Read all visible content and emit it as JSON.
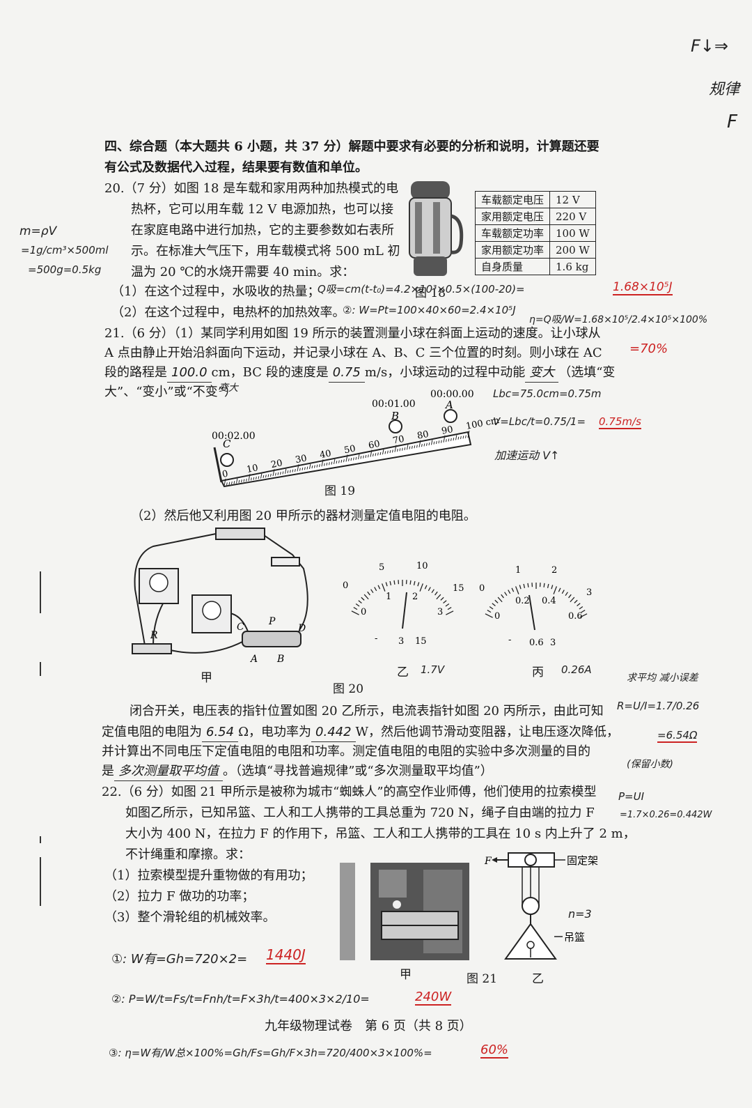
{
  "section": {
    "title_line1": "四、综合题（本大题共 6 小题，共 37 分）解题中要求有必要的分析和说明，计算题还要",
    "title_line2": "有公式及数据代入过程，结果要有数值和单位。"
  },
  "q20": {
    "line1": "20.（7 分）如图 18 是车载和家用两种加热模式的电",
    "line2": "热杯，它可以用车载 12 V 电源加热，也可以接",
    "line3": "在家庭电路中进行加热，它的主要参数如右表所",
    "line4": "示。在标准大气压下，用车载模式将 500 mL 初",
    "line5": "温为 20 ℃的水烧开需要 40 min。求：",
    "sub1": "（1）在这个过程中，水吸收的热量；",
    "sub2": "（2）在这个过程中，电热杯的加热效率。",
    "fig": "图 18",
    "table": [
      {
        "k": "车载额定电压",
        "v": "12 V"
      },
      {
        "k": "家用额定电压",
        "v": "220 V"
      },
      {
        "k": "车载额定功率",
        "v": "100 W"
      },
      {
        "k": "家用额定功率",
        "v": "200 W"
      },
      {
        "k": "自身质量",
        "v": "1.6 kg"
      }
    ]
  },
  "q21": {
    "line1": "21.（6 分）（1）某同学利用如图 19 所示的装置测量小球在斜面上运动的速度。让小球从",
    "line2a": "A 点由静止开始沿斜面向下运动，并记录小球在 A、B、C 三个位置的时刻。则小球在 AC",
    "line3a": "段的路程是",
    "line3b": "cm，BC 段的速度是",
    "line3c": "m/s，小球运动的过程中动能",
    "line3d": "（选填“变",
    "line4": "大”、“变小”或“不变”）",
    "fig19": "图 19",
    "times": {
      "c": "00:02.00",
      "b": "00:01.00",
      "a": "00:00.00"
    },
    "pts": {
      "a": "A",
      "b": "B",
      "c": "C"
    },
    "ruler": [
      "0",
      "10",
      "20",
      "30",
      "40",
      "50",
      "60",
      "70",
      "80",
      "90",
      "100 cm"
    ],
    "part2": "（2）然后他又利用图 20 甲所示的器材测量定值电阻的电阻。",
    "fig20": "图 20",
    "jia": "甲",
    "yi": "乙",
    "bing": "丙",
    "circuit_labels": {
      "c": "C",
      "p": "P",
      "d": "D",
      "r": "R",
      "a": "A",
      "b": "B"
    },
    "volt_scale_top": [
      "0",
      "5",
      "10",
      "15"
    ],
    "volt_scale_bot": [
      "0",
      "1",
      "2",
      "3"
    ],
    "volt_terms": [
      "-",
      "3",
      "15"
    ],
    "amp_scale_top": [
      "0",
      "1",
      "2",
      "3"
    ],
    "amp_scale_bot": [
      "0",
      "0.2",
      "0.4",
      "0.6"
    ],
    "amp_terms": [
      "-",
      "0.6",
      "3"
    ],
    "para1": "闭合开关，电压表的指针位置如图 20 乙所示，电流表指针如图 20 丙所示，由此可知",
    "para2a": "定值电阻的电阻为",
    "para2b": "Ω，电功率为",
    "para2c": "W，然后他调节滑动变阻器，让电压逐次降低，",
    "para3": "并计算出不同电压下定值电阻的电阻和功率。测定值电阻的电阻的实验中多次测量的目的",
    "para4a": "是",
    "para4b": "。（选填“寻找普遍规律”或“多次测量取平均值”）"
  },
  "q22": {
    "line1": "22.（6 分）如图 21 甲所示是被称为城市“蜘蛛人”的高空作业师傅，他们使用的拉索模型",
    "line2": "如图乙所示，已知吊篮、工人和工人携带的工具总重为 720 N，绳子自由端的拉力 F",
    "line3": "大小为 400 N，在拉力 F 的作用下，吊篮、工人和工人携带的工具在 10 s 内上升了 2 m，",
    "line4": "不计绳重和摩擦。求：",
    "sub1": "（1）拉索模型提升重物做的有用功；",
    "sub2": "（2）拉力 F 做功的功率；",
    "sub3": "（3）整个滑轮组的机械效率。",
    "fig": "图 21",
    "jia": "甲",
    "yi": "乙",
    "fixed": "固定架",
    "basket": "吊篮",
    "f": "F"
  },
  "footer": "九年级物理试卷　第 6 页（共 8 页）",
  "handwriting": {
    "top_right1": "F↓⇒",
    "top_right2": "规律",
    "top_right3": "F",
    "left1": "m=ρV",
    "left2": "=1g/cm³×500ml",
    "left3": "=500g=0.5kg",
    "q_abs": "Q吸=cm(t-t₀)=4.2×10³×0.5×(100-20)=",
    "q_abs_res": "1.68×10⁵J",
    "w_line": "②: W=Pt=100×40×60=2.4×10⁵J",
    "eta1": "η=Q吸/W=1.68×10⁵/2.4×10⁵×100%",
    "eta_res": "=70%",
    "ans_ac": "100.0",
    "ans_bc": "0.75",
    "ans_ke": "变大",
    "ans_ke2": "变大",
    "lac": "Lbc=75.0cm=0.75m",
    "v_bc": "V=Lbc/t=0.75/1=",
    "v_res": "0.75m/s",
    "accel": "加速运动 V↑",
    "v_read": "1.7V",
    "a_read": "0.26A",
    "ans_r": "6.54",
    "ans_p": "0.442",
    "ans_goal": "多次测量取平均值",
    "r_note": "求平均 减小误差",
    "r_f1": "R=U/I=1.7/0.26",
    "r_f2": "=6.54Ω",
    "r_note2": "(保留小数)",
    "p_f1": "P=UI",
    "p_f2": "=1.7×0.26=0.442W",
    "n3": "n=3",
    "w1": "①: W有=Gh=720×2=",
    "w1_res": "1440J",
    "p2": "②: P=W/t=Fs/t=Fnh/t=F×3h/t=400×3×2/10=",
    "p2_res": "240W",
    "eta3": "③: η=W有/W总×100%=Gh/Fs=Gh/F×3h=720/400×3×100%=",
    "eta3_res": "60%"
  }
}
